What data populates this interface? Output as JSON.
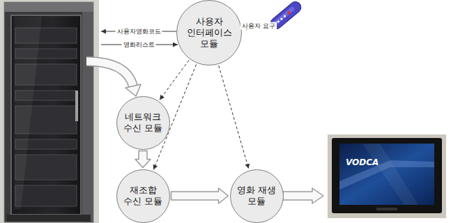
{
  "diagram": {
    "nodes": [
      {
        "text": [
          "사용자 인터페이스 모듈"
        ]
      },
      {
        "text": [
          "네트워크 수신 모듈"
        ]
      },
      {
        "text": [
          "재조합 수신 모듈"
        ]
      },
      {
        "text": [
          "영화 재생 모듈"
        ]
      }
    ],
    "edges": [
      {
        "from": 0,
        "to": 1,
        "arrow": "to"
      },
      {
        "from": 0,
        "to": 2,
        "arrow": "to"
      },
      {
        "from": 0,
        "to": 3,
        "arrow": "to"
      },
      {
        "from": 1,
        "to": 2,
        "arrow": "to"
      },
      {
        "from": 2,
        "to": 3,
        "arrow": "to"
      }
    ],
    "labels": [
      "사용자영화코드",
      "영화리스트",
      "사용자 요구",
      "VODCA"
    ]
  }
}
